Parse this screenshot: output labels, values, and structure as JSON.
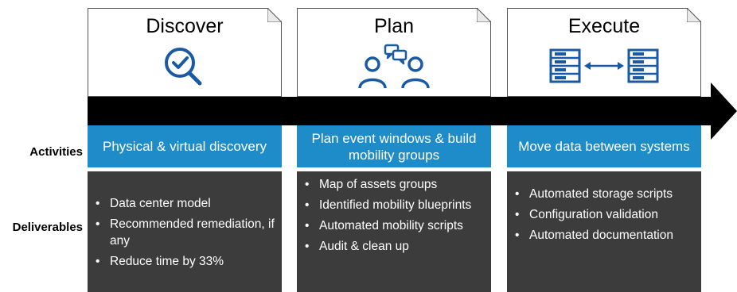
{
  "labels": {
    "activities": "Activities",
    "deliverables": "Deliverables"
  },
  "colors": {
    "activity_blue": "#1d8cc8",
    "deliverable_gray": "#3c3c3c",
    "icon_blue": "#1a5aa3",
    "arrow": "#000000"
  },
  "phases": [
    {
      "title": "Discover",
      "icon": "magnifier-check-icon",
      "activity": "Physical & virtual discovery",
      "deliverables": [
        "Data center model",
        "Recommended remediation, if any",
        "Reduce time by 33%"
      ]
    },
    {
      "title": "Plan",
      "icon": "people-chat-icon",
      "activity": "Plan event windows & build mobility groups",
      "deliverables": [
        "Map of assets groups",
        "Identified mobility blueprints",
        "Automated mobility scripts",
        "Audit & clean up"
      ]
    },
    {
      "title": "Execute",
      "icon": "data-transfer-icon",
      "activity": "Move data between systems",
      "deliverables": [
        "Automated storage scripts",
        "Configuration validation",
        "Automated documentation"
      ]
    }
  ]
}
